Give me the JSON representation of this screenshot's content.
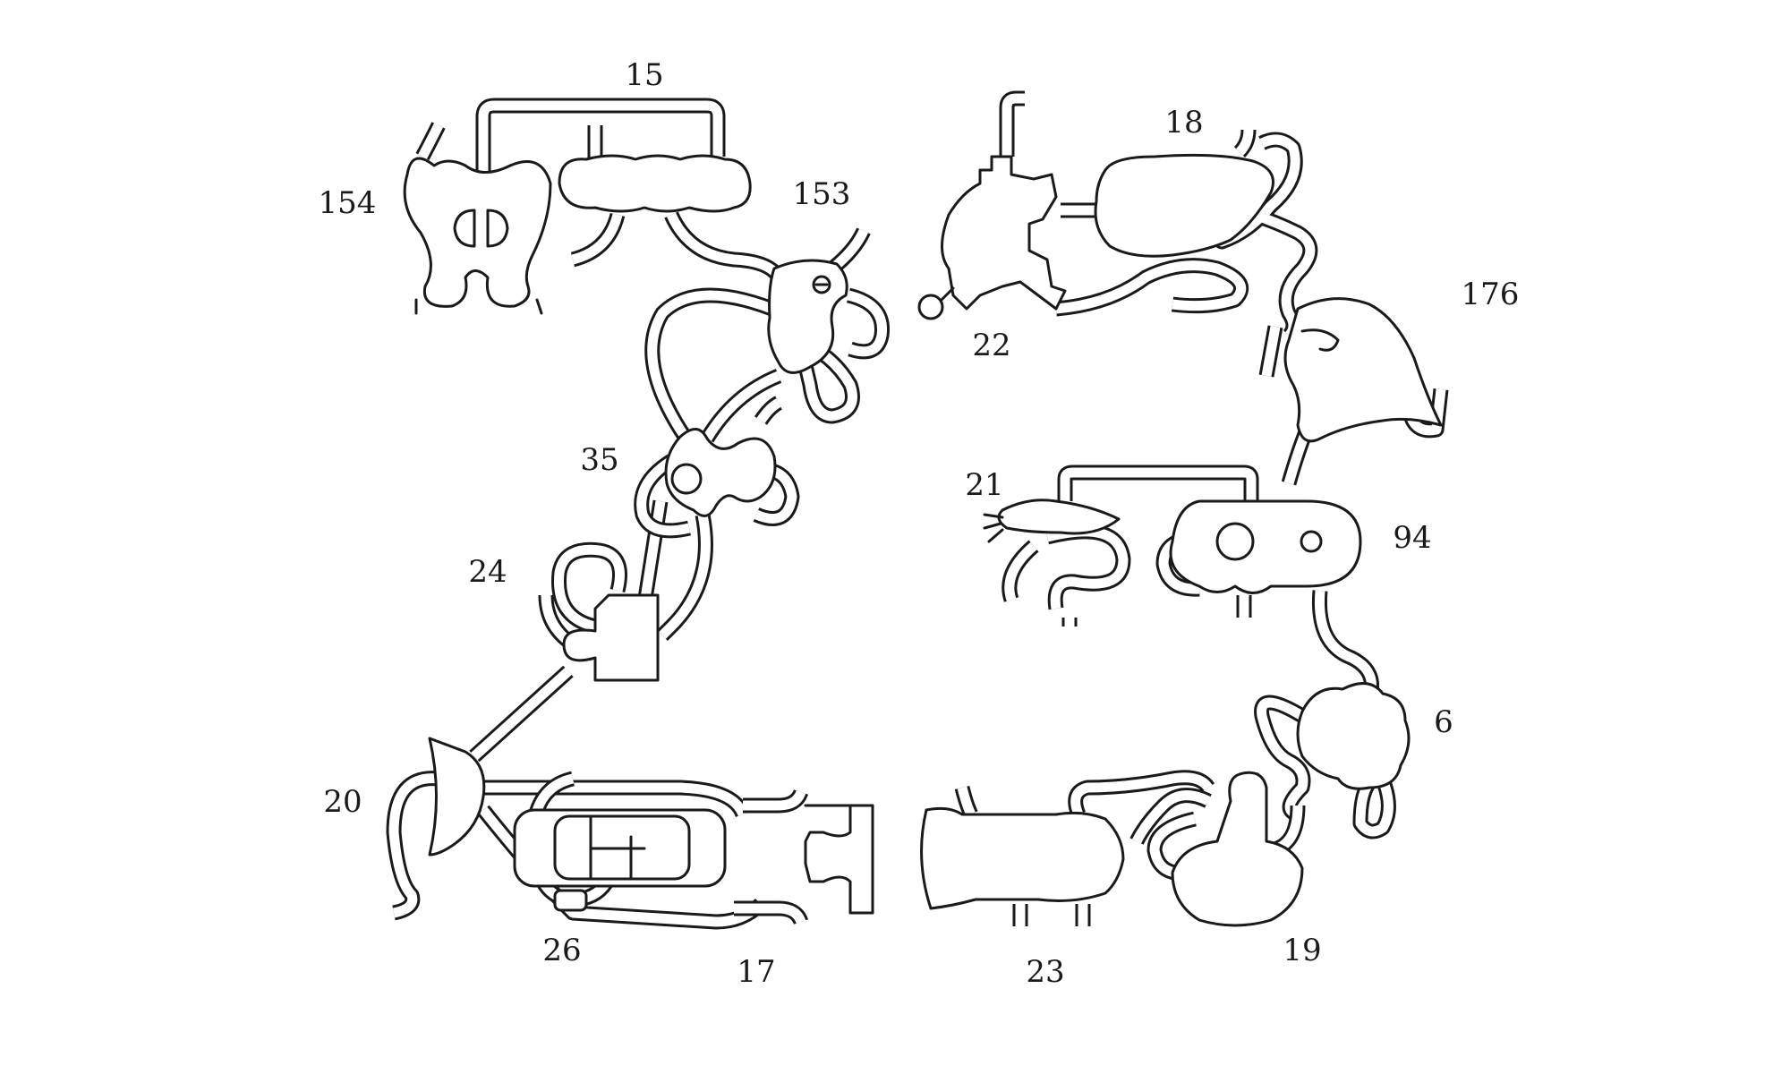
{
  "diagram": {
    "labels": {
      "n15": "15",
      "n154": "154",
      "n153": "153",
      "n18": "18",
      "n176": "176",
      "n22": "22",
      "n35": "35",
      "n21": "21",
      "n94": "94",
      "n24": "24",
      "n6": "6",
      "n20": "20",
      "n26": "26",
      "n17": "17",
      "n23": "23",
      "n19": "19"
    },
    "colors": {
      "line": "#1a1a1a",
      "background": "#ffffff"
    }
  }
}
